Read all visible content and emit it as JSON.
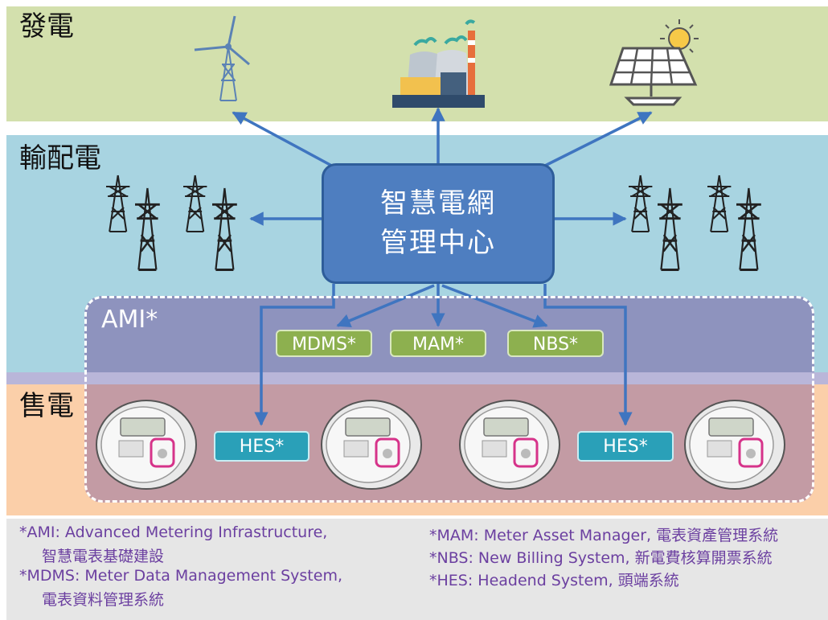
{
  "layers": {
    "generation": "發電",
    "distribution": "輸配電",
    "ami": "AMI*",
    "retail": "售電"
  },
  "center": {
    "line1": "智慧電網",
    "line2": "管理中心"
  },
  "systems": {
    "mdms": "MDMS*",
    "mam": "MAM*",
    "nbs": "NBS*",
    "hes_left": "HES*",
    "hes_right": "HES*"
  },
  "legend": {
    "ami_line1": "*AMI: Advanced Metering Infrastructure,",
    "ami_line2": "智慧電表基礎建設",
    "mdms_line1": "*MDMS: Meter Data Management System,",
    "mdms_line2": "電表資料管理系統",
    "mam": "*MAM: Meter Asset Manager, 電表資產管理系統",
    "nbs": "*NBS: New Billing System, 新電費核算開票系統",
    "hes": "*HES: Headend System, 頭端系統"
  },
  "icons": [
    "wind-turbine-icon",
    "power-plant-icon",
    "solar-panel-icon",
    "transmission-tower-icon",
    "smart-meter-icon"
  ],
  "colors": {
    "generation_band": "#d3e0ad",
    "distribution_band": "#a8d4e1",
    "ami_band": "#8e93be",
    "retail_band": "#fbcfa9",
    "center_box": "#4e7ec0",
    "arrow": "#3f75c0",
    "system_green": "#8db04f",
    "hes_teal": "#2aa0b8",
    "legend_text": "#6b3fa0"
  }
}
